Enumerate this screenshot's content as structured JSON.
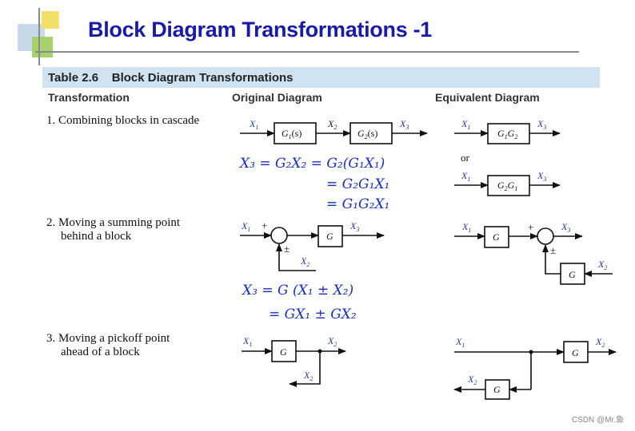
{
  "title": "Block Diagram Transformations -1",
  "table": {
    "caption": "Table 2.6    Block Diagram Transformations",
    "columns": [
      "Transformation",
      "Original Diagram",
      "Equivalent Diagram"
    ]
  },
  "rows": [
    {
      "label_line1": "1.  Combining blocks in cascade",
      "label_line2": ""
    },
    {
      "label_line1": "2.  Moving a summing point",
      "label_line2": "behind a block"
    },
    {
      "label_line1": "3.  Moving a pickoff point",
      "label_line2": "ahead of a block"
    }
  ],
  "diagram_text": {
    "X1": "X",
    "X2": "X",
    "X3": "X",
    "s1": "1",
    "s2": "2",
    "s3": "3",
    "G1s": "G",
    "G2s": "G",
    "sub1": "1",
    "sub2": "2",
    "paren_s": "(s)",
    "G": "G",
    "G1G2_a": "G",
    "G1G2_b": "G",
    "or": "or",
    "plus": "+",
    "pm": "±"
  },
  "equations": {
    "eq1_line1": "X₃ = G₂X₂ = G₂(G₁X₁)",
    "eq1_line2": "= G₂G₁X₁",
    "eq1_line3": "= G₁G₂X₁",
    "eq2_line1": "X₃ = G (X₁ ± X₂)",
    "eq2_line2": "= GX₁ ± GX₂"
  },
  "colors": {
    "title": "#1a1aa8",
    "annotation": "#1a2fbf",
    "signal_label": "#2a3aa0",
    "header_band": "#cfe3f2"
  },
  "footer": "CSDN @Mr.鱼"
}
